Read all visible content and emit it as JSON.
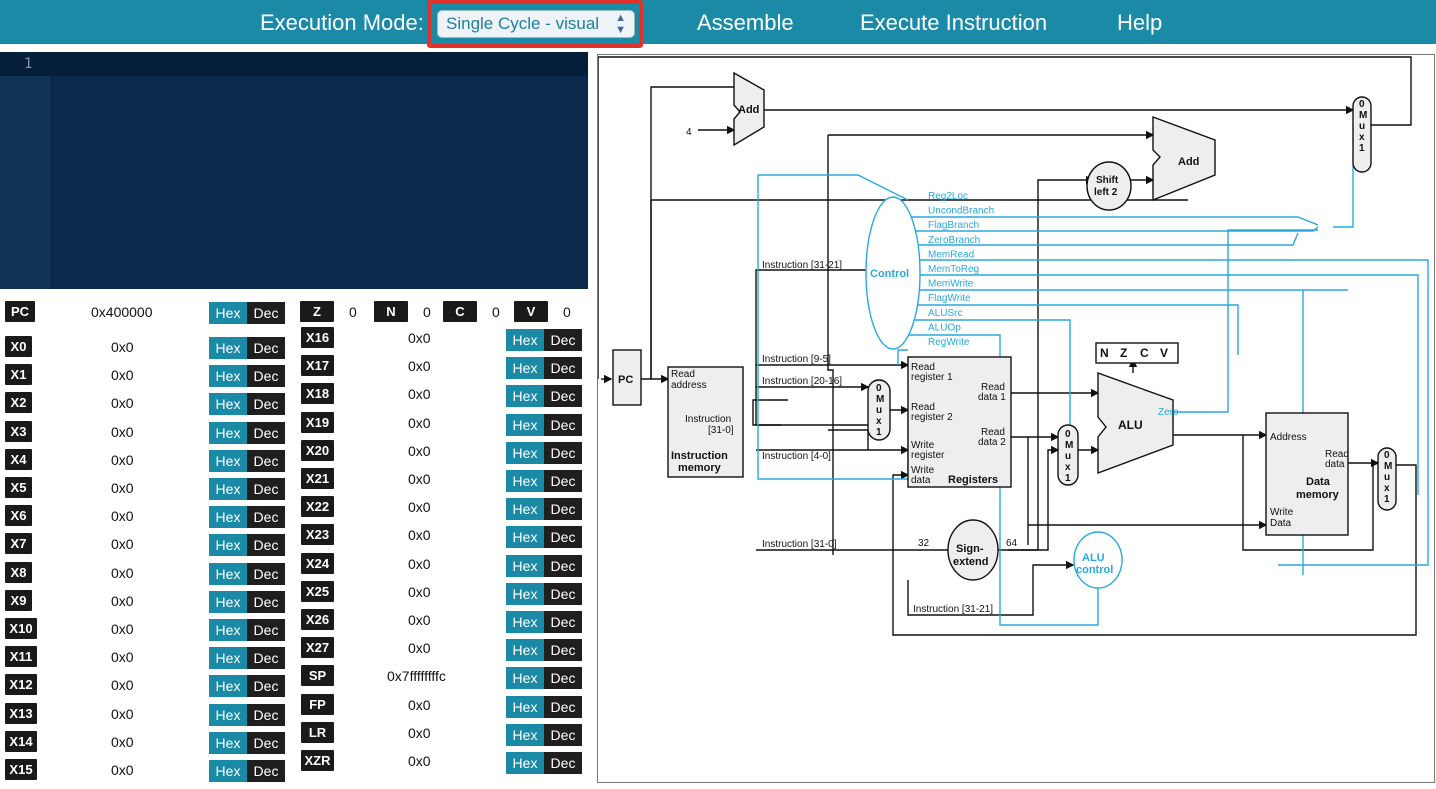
{
  "topbar": {
    "mode_label": "Execution Mode:",
    "mode_value": "Single Cycle - visual",
    "assemble": "Assemble",
    "execute": "Execute Instruction",
    "help": "Help"
  },
  "editor": {
    "line_number": "1"
  },
  "registers": {
    "pc": {
      "name": "PC",
      "value": "0x400000"
    },
    "flags": [
      {
        "name": "Z",
        "value": "0"
      },
      {
        "name": "N",
        "value": "0"
      },
      {
        "name": "C",
        "value": "0"
      },
      {
        "name": "V",
        "value": "0"
      }
    ],
    "hex_label": "Hex",
    "dec_label": "Dec",
    "left": [
      {
        "name": "X0",
        "value": "0x0"
      },
      {
        "name": "X1",
        "value": "0x0"
      },
      {
        "name": "X2",
        "value": "0x0"
      },
      {
        "name": "X3",
        "value": "0x0"
      },
      {
        "name": "X4",
        "value": "0x0"
      },
      {
        "name": "X5",
        "value": "0x0"
      },
      {
        "name": "X6",
        "value": "0x0"
      },
      {
        "name": "X7",
        "value": "0x0"
      },
      {
        "name": "X8",
        "value": "0x0"
      },
      {
        "name": "X9",
        "value": "0x0"
      },
      {
        "name": "X10",
        "value": "0x0"
      },
      {
        "name": "X11",
        "value": "0x0"
      },
      {
        "name": "X12",
        "value": "0x0"
      },
      {
        "name": "X13",
        "value": "0x0"
      },
      {
        "name": "X14",
        "value": "0x0"
      },
      {
        "name": "X15",
        "value": "0x0"
      }
    ],
    "right": [
      {
        "name": "X16",
        "value": "0x0"
      },
      {
        "name": "X17",
        "value": "0x0"
      },
      {
        "name": "X18",
        "value": "0x0"
      },
      {
        "name": "X19",
        "value": "0x0"
      },
      {
        "name": "X20",
        "value": "0x0"
      },
      {
        "name": "X21",
        "value": "0x0"
      },
      {
        "name": "X22",
        "value": "0x0"
      },
      {
        "name": "X23",
        "value": "0x0"
      },
      {
        "name": "X24",
        "value": "0x0"
      },
      {
        "name": "X25",
        "value": "0x0"
      },
      {
        "name": "X26",
        "value": "0x0"
      },
      {
        "name": "X27",
        "value": "0x0"
      },
      {
        "name": "SP",
        "value": "0x7ffffffffc"
      },
      {
        "name": "FP",
        "value": "0x0"
      },
      {
        "name": "LR",
        "value": "0x0"
      },
      {
        "name": "XZR",
        "value": "0x0"
      }
    ]
  },
  "diagram": {
    "pc": "PC",
    "add": "Add",
    "four": "4",
    "mux": [
      "M",
      "u",
      "x"
    ],
    "mux_top_zero": "0",
    "mux_top_one": "1",
    "shift": [
      "Shift",
      "left 2"
    ],
    "control": "Control",
    "signals": [
      "Reg2Loc",
      "UncondBranch",
      "FlagBranch",
      "ZeroBranch",
      "MemRead",
      "MemToReg",
      "MemWrite",
      "FlagWrite",
      "ALUSrc",
      "ALUOp",
      "RegWrite"
    ],
    "instr_31_21": "Instruction [31-21]",
    "instr_9_5": "Instruction [9-5]",
    "instr_20_16": "Instruction [20-16]",
    "instr_4_0": "Instruction [4-0]",
    "instr_31_0": "Instruction [31-0]",
    "imem": [
      "Read",
      "address",
      "Instruction",
      "[31-0]",
      "Instruction",
      "memory"
    ],
    "regs": [
      "Read",
      "register 1",
      "Read",
      "register 2",
      "Write",
      "register",
      "Write",
      "data",
      "Read",
      "data 1",
      "Read",
      "data 2",
      "Registers"
    ],
    "flags_box": [
      "N",
      "Z",
      "C",
      "V"
    ],
    "alu": "ALU",
    "zero": "Zero",
    "dmem": [
      "Address",
      "Read",
      "data",
      "Write",
      "Data",
      "Data",
      "memory"
    ],
    "sign": [
      "Sign-",
      "extend"
    ],
    "bits32": "32",
    "bits64": "64",
    "alu_control": [
      "ALU",
      "control"
    ]
  }
}
